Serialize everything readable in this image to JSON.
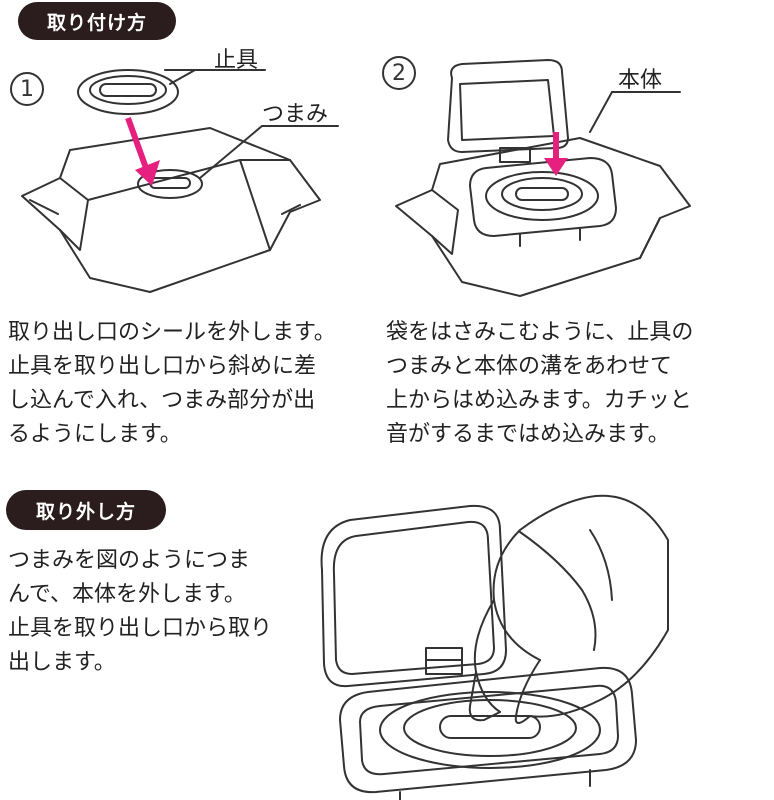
{
  "install": {
    "heading": "取り付け方",
    "step1": {
      "number": "1",
      "label_stopper": "止具",
      "label_knob": "つまみ",
      "text": [
        "取り出し口のシールを外します。",
        "止具を取り出し口から斜めに差",
        "し込んで入れ、つまみ部分が出",
        "るようにします。"
      ]
    },
    "step2": {
      "number": "2",
      "label_body": "本体",
      "text": [
        "袋をはさみこむように、止具の",
        "つまみと本体の溝をあわせて",
        "上からはめ込みます。カチッと",
        "音がするまではめ込みます。"
      ]
    }
  },
  "removal": {
    "heading": "取り外し方",
    "text": [
      "つまみを図のようにつま",
      "んで、本体を外します。",
      "止具を取り出し口から取り",
      "出します。"
    ]
  },
  "colors": {
    "pill_bg": "#2b1d1d",
    "arrow": "#e6207f",
    "line": "#333333"
  }
}
